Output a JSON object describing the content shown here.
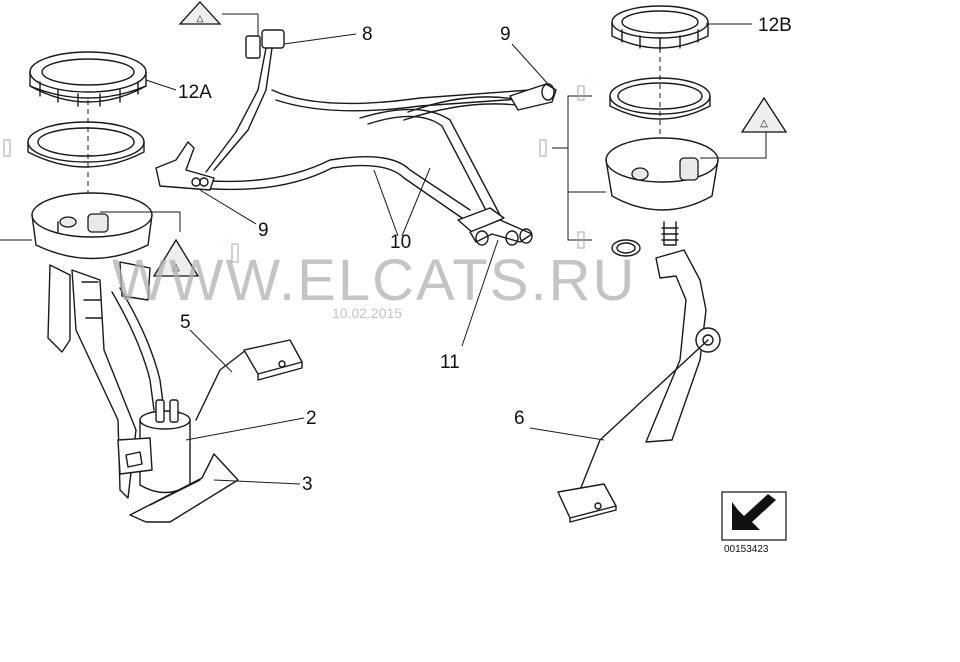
{
  "diagram": {
    "callouts": {
      "c8": "8",
      "c9_top": "9",
      "c12b": "12B",
      "c12a": "12A",
      "c9_mid": "9",
      "c10": "10",
      "c5": "5",
      "c11": "11",
      "c2": "2",
      "c6": "6",
      "c3": "3"
    },
    "watermark": "WWW.ELCATS.RU",
    "watermark_date": "10.02.2015",
    "reference_number": "00153423",
    "icons": [
      "warning-triangle-icon",
      "direction-arrow-icon"
    ]
  }
}
